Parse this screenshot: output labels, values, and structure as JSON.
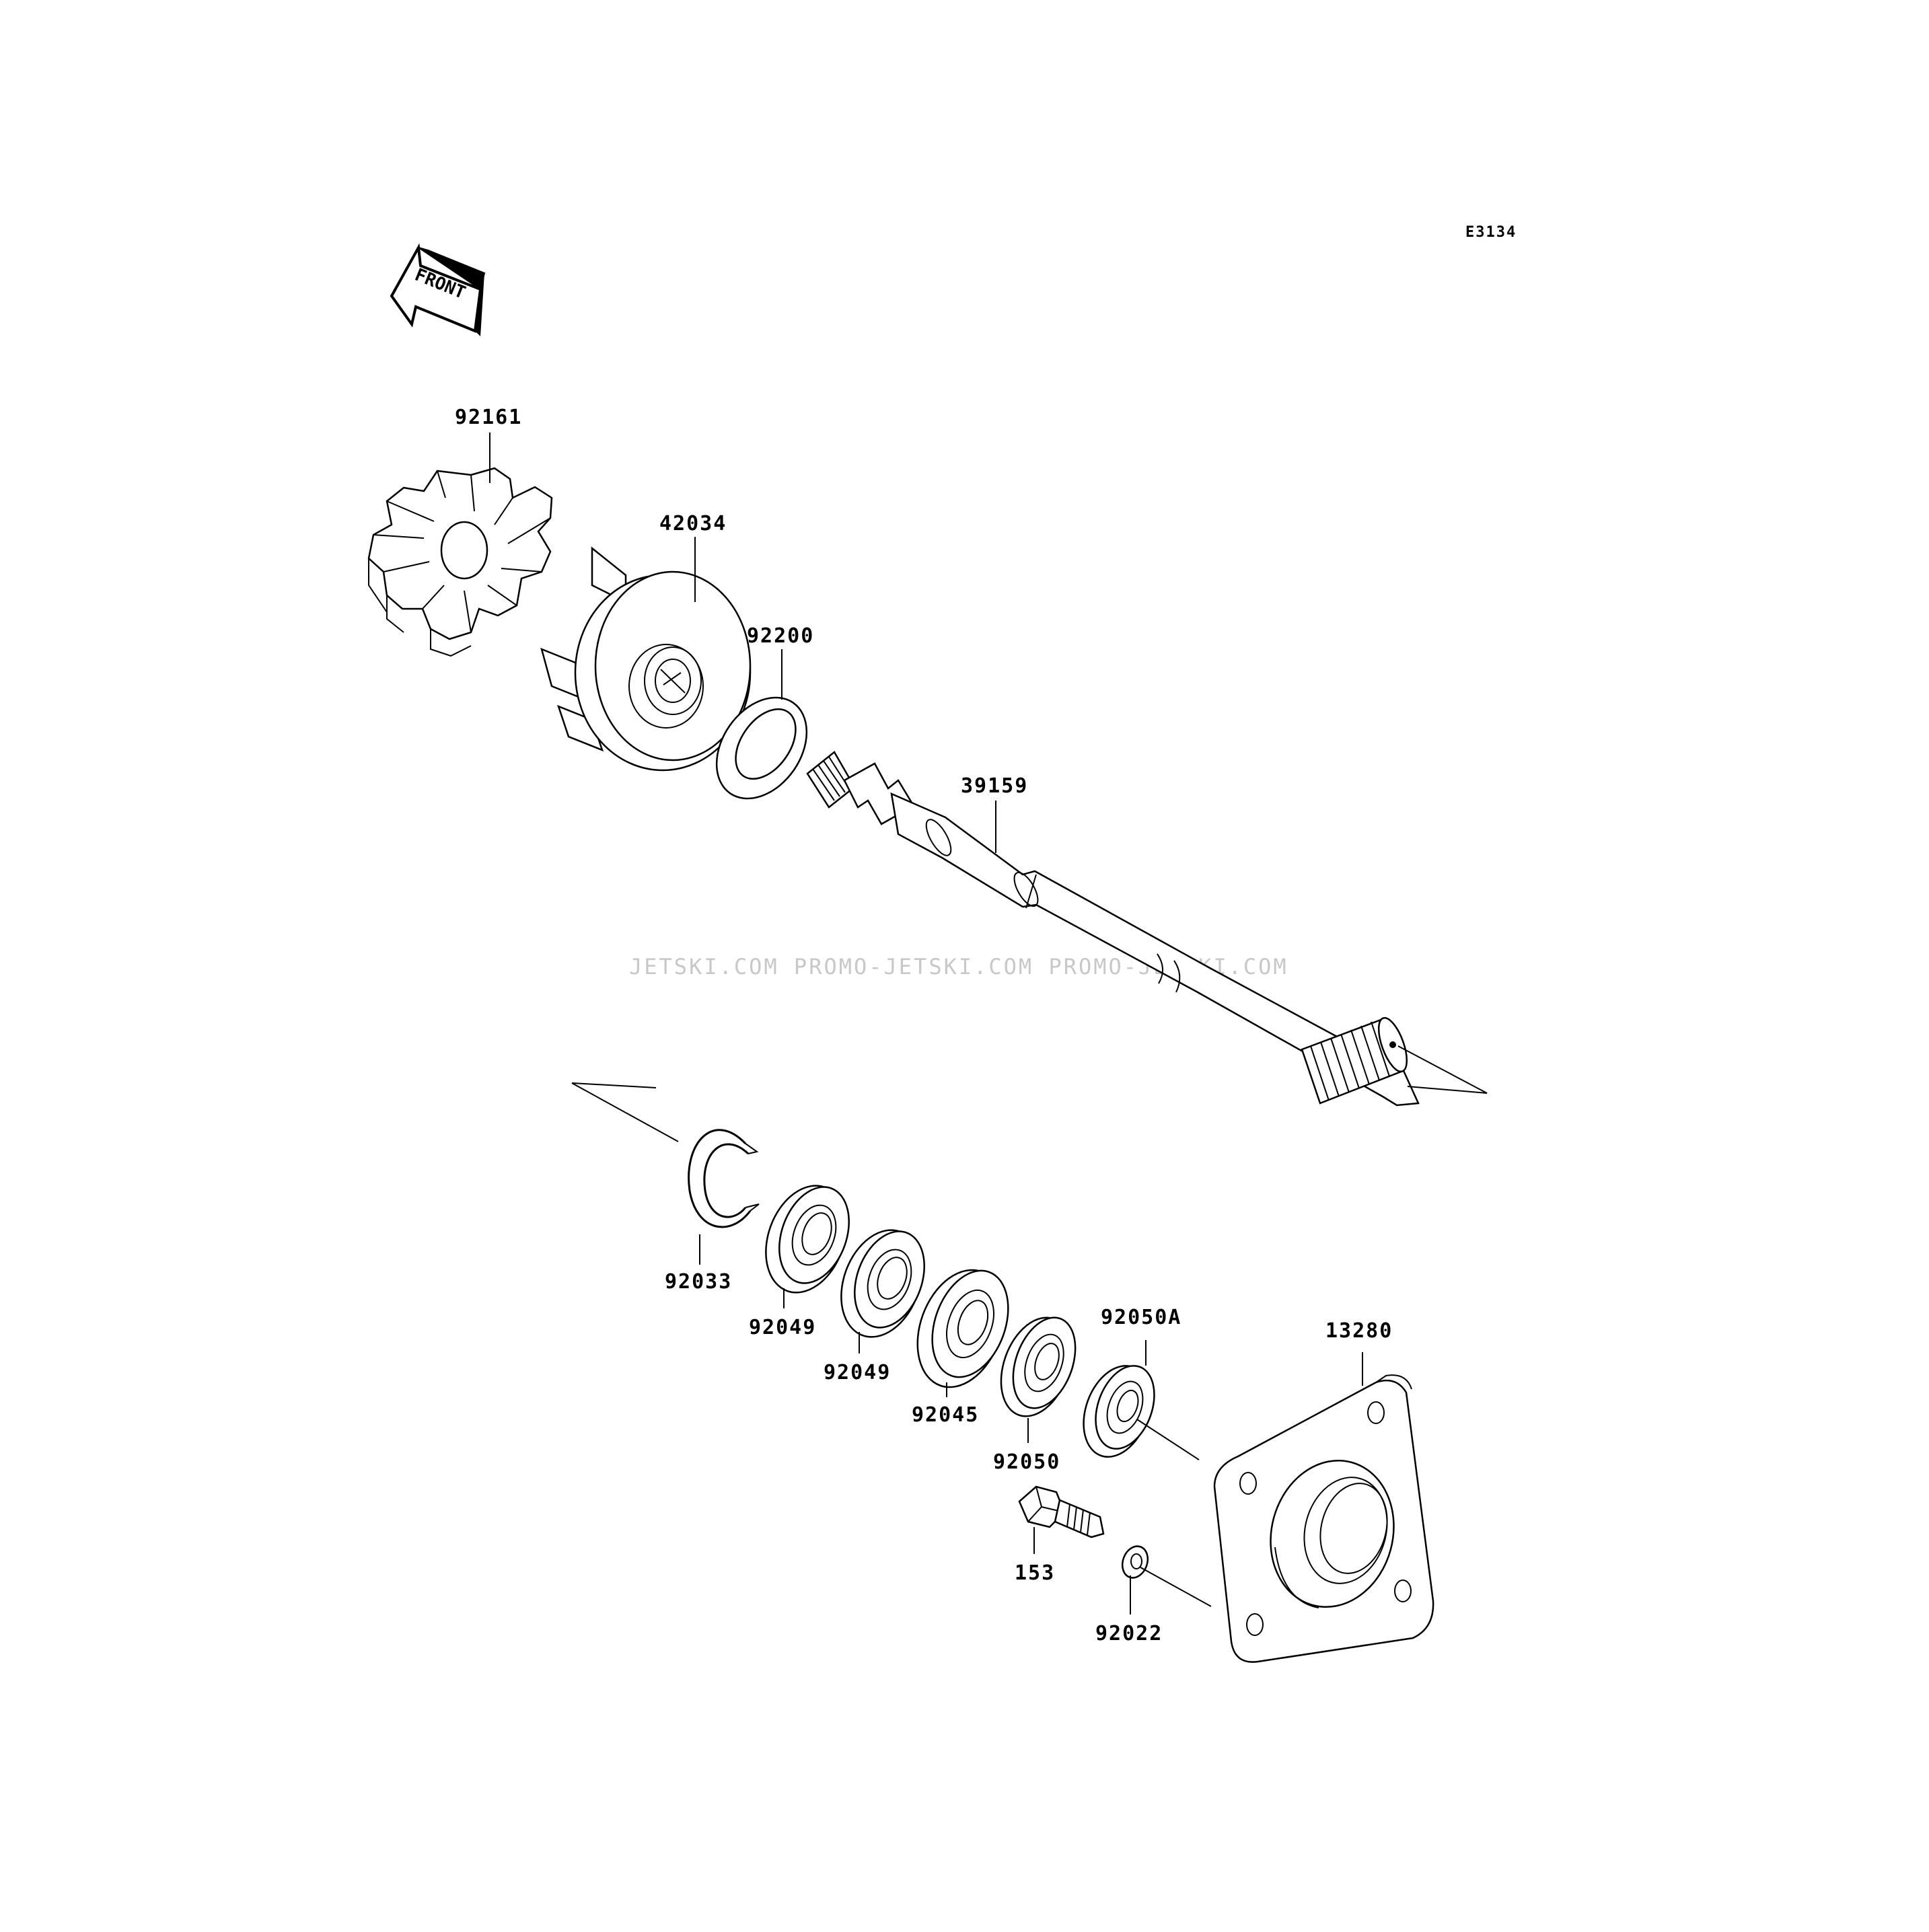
{
  "diagram_id": "E3134",
  "front_label": "FRONT",
  "watermark": "JETSKI.COM  PROMO-JETSKI.COM  PROMO-JETSKI.COM",
  "parts": {
    "p92161": "92161",
    "p42034": "42034",
    "p92200": "92200",
    "p39159": "39159",
    "p92033": "92033",
    "p92049a": "92049",
    "p92049b": "92049",
    "p92045": "92045",
    "p92050": "92050",
    "p92050A": "92050A",
    "p13280": "13280",
    "p153": "153",
    "p92022": "92022"
  }
}
